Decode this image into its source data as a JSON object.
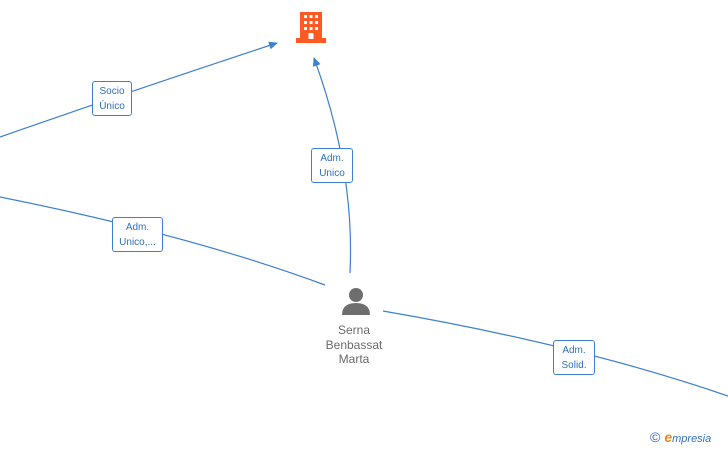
{
  "nodes": {
    "company": {
      "icon": "building-icon",
      "color": "#ff5a24"
    },
    "person": {
      "icon": "person-icon",
      "color": "#6e6e6e",
      "name_lines": [
        "Serna",
        "Benbassat",
        "Marta"
      ]
    }
  },
  "edge_labels": {
    "socio_unico": [
      "Socio",
      "Único"
    ],
    "adm_unico_top": [
      "Adm.",
      "Unico"
    ],
    "adm_unico_left": [
      "Adm.",
      "Unico,..."
    ],
    "adm_solid": [
      "Adm.",
      "Solid."
    ]
  },
  "colors": {
    "edge": "#3d7fd0",
    "label_text": "#2f6fbf"
  },
  "watermark": {
    "copyright": "©",
    "brand_initial": "e",
    "brand_rest": "mpresia"
  }
}
